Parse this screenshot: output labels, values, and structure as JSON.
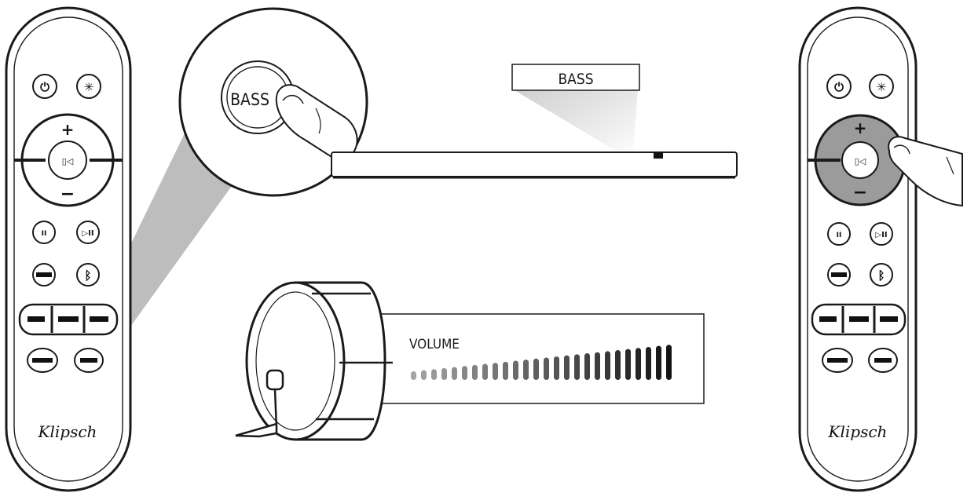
{
  "zoom_callout": {
    "label": "BASS"
  },
  "soundbar_callout": {
    "label": "BASS"
  },
  "volume_panel": {
    "label": "VOLUME"
  },
  "remote": {
    "power_glyph": "⏻",
    "light_glyph": "✳",
    "vol_up_glyph": "+",
    "vol_down_glyph": "−",
    "mute_glyph": "▯◁",
    "pause_glyph": "II",
    "play_pause_glyph": "▷II",
    "bluetooth_glyph": "ᛒ",
    "brand_logo": "Klipsch"
  },
  "colors": {
    "line": "#1a1a1a",
    "shade": "#b9b9b9",
    "highlight": "#9b9b9b",
    "volume_bar": "#2a2a2a"
  }
}
